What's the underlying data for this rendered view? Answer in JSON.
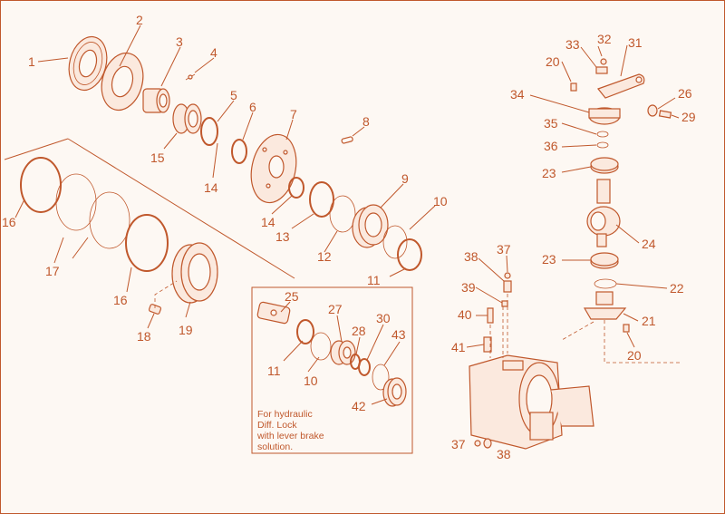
{
  "callouts": {
    "c1": "1",
    "c2": "2",
    "c3": "3",
    "c4": "4",
    "c5": "5",
    "c6": "6",
    "c7": "7",
    "c8": "8",
    "c9": "9",
    "c10a": "10",
    "c11a": "11",
    "c12": "12",
    "c13": "13",
    "c14a": "14",
    "c14b": "14",
    "c15": "15",
    "c16a": "16",
    "c16b": "16",
    "c17": "17",
    "c18": "18",
    "c19": "19",
    "c20a": "20",
    "c20b": "20",
    "c21": "21",
    "c22": "22",
    "c23a": "23",
    "c23b": "23",
    "c24": "24",
    "c25": "25",
    "c26": "26",
    "c27": "27",
    "c28": "28",
    "c29": "29",
    "c30": "30",
    "c31": "31",
    "c32": "32",
    "c33": "33",
    "c34": "34",
    "c35": "35",
    "c36": "36",
    "c37a": "37",
    "c37b": "37",
    "c38a": "38",
    "c38b": "38",
    "c39": "39",
    "c40": "40",
    "c41": "41",
    "c42": "42",
    "c43": "43",
    "c10b": "10",
    "c11b": "11"
  },
  "note": {
    "line1": "For hydraulic",
    "line2": "Diff. Lock",
    "line3": "with lever brake",
    "line4": "solution."
  },
  "colors": {
    "line": "#c0582c",
    "fill": "#fbe9de",
    "background": "#fdf8f3"
  }
}
